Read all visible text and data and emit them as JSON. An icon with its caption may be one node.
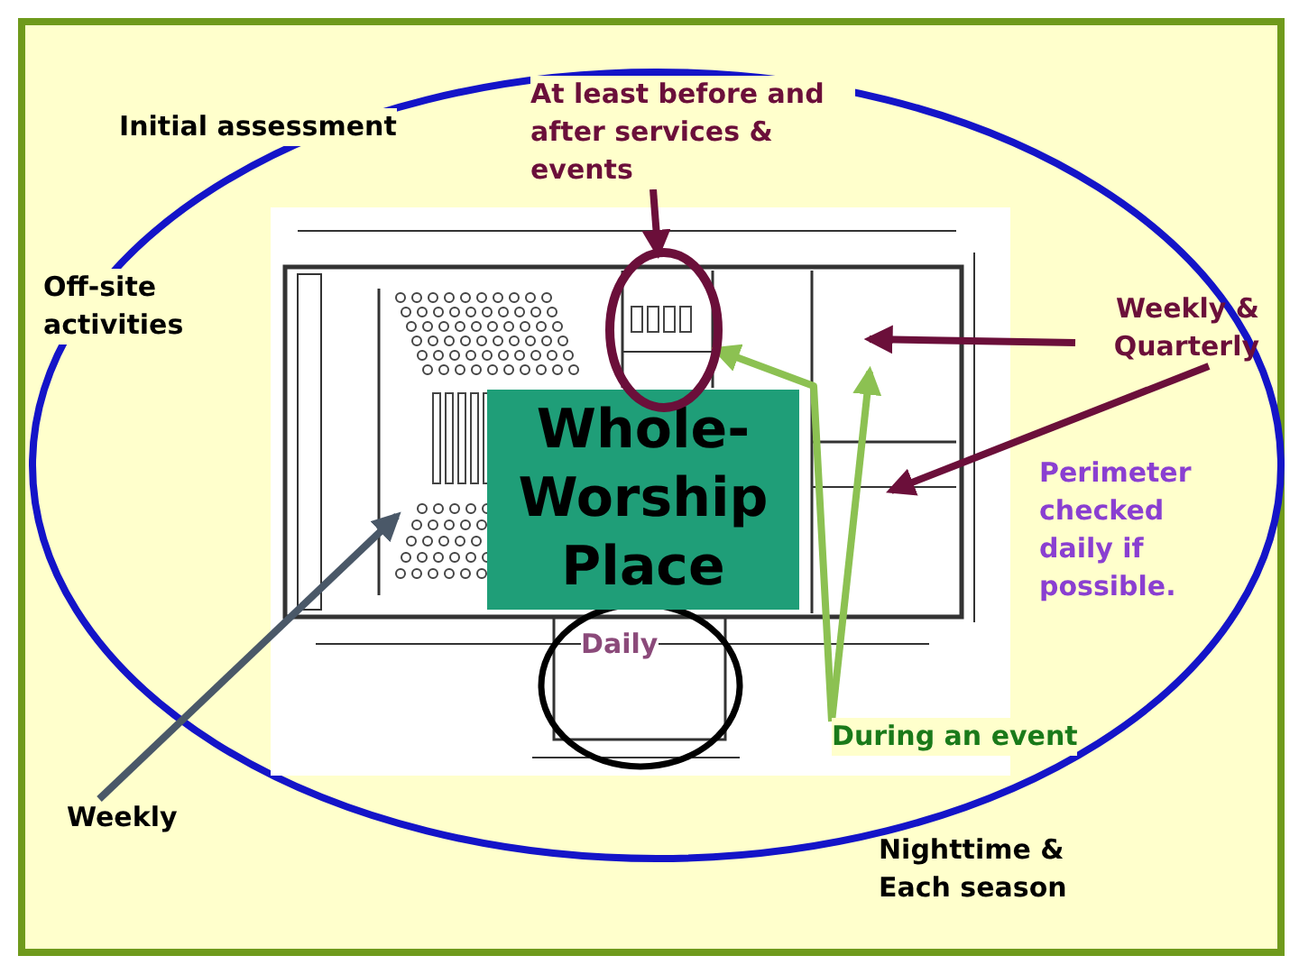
{
  "diagram": {
    "nodes": [
      {
        "text": [
          "Initial assessment"
        ]
      },
      {
        "text": [
          "At least before and after services & events"
        ]
      },
      {
        "text": [
          "Off-site activities"
        ]
      },
      {
        "text": [
          "Weekly & Quarterly"
        ]
      },
      {
        "text": [
          "Whole-Worship Place"
        ]
      },
      {
        "text": [
          "Perimeter checked daily if possible."
        ]
      },
      {
        "text": [
          "Daily"
        ]
      },
      {
        "text": [
          "During an event"
        ]
      },
      {
        "text": [
          "Weekly"
        ]
      },
      {
        "text": [
          "Nighttime & Each season"
        ]
      },
      {
        "text": [],
        "shape": "circle"
      }
    ],
    "edges": [
      {
        "from": 1,
        "to": 10,
        "arrow": "to"
      },
      {
        "from": 3,
        "to": null,
        "arrow": "to"
      },
      {
        "from": 3,
        "to": null,
        "arrow": "to"
      },
      {
        "from": 8,
        "to": null,
        "arrow": "to",
        "color": "#4a5868"
      },
      {
        "from": 7,
        "to": 10,
        "arrow": "to",
        "color": "#8cc152"
      },
      {
        "from": 7,
        "to": null,
        "arrow": "to",
        "color": "#8cc152"
      }
    ]
  }
}
